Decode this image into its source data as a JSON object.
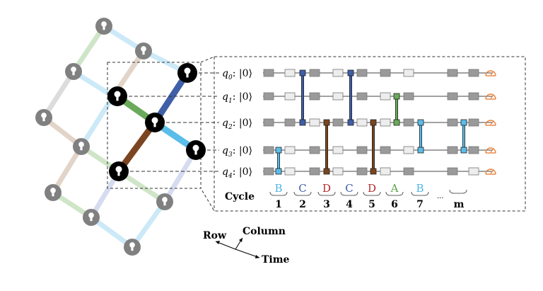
{
  "qubits": [
    {
      "name": "q",
      "index": "0",
      "ket": "|0⟩"
    },
    {
      "name": "q",
      "index": "1",
      "ket": "|0⟩"
    },
    {
      "name": "q",
      "index": "2",
      "ket": "|0⟩"
    },
    {
      "name": "q",
      "index": "3",
      "ket": "|0⟩"
    },
    {
      "name": "q",
      "index": "4",
      "ket": "|0⟩"
    }
  ],
  "cycle_label": "Cycle",
  "cycles": [
    {
      "pattern": "B",
      "number": "1",
      "color": "#4fb5e6"
    },
    {
      "pattern": "C",
      "number": "2",
      "color": "#3f5fa8"
    },
    {
      "pattern": "D",
      "number": "3",
      "color": "#b22a2a"
    },
    {
      "pattern": "C",
      "number": "4",
      "color": "#3f5fa8"
    },
    {
      "pattern": "D",
      "number": "5",
      "color": "#b22a2a"
    },
    {
      "pattern": "A",
      "number": "6",
      "color": "#5aa34a"
    },
    {
      "pattern": "B",
      "number": "7",
      "color": "#4fb5e6"
    }
  ],
  "ellipsis": "···",
  "last_cycle": "m",
  "axes": {
    "row": "Row",
    "column": "Column",
    "time": "Time"
  },
  "colors": {
    "pattern_A": "#6aaa5a",
    "pattern_B": "#5bbde9",
    "pattern_C": "#3f5fa8",
    "pattern_D": "#7a4520",
    "qubit_gray": "#808080",
    "qubit_black": "#000000",
    "measure": "#e8823a"
  }
}
